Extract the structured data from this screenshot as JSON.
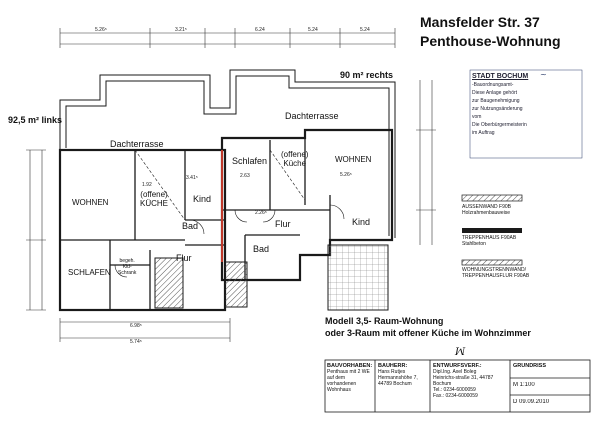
{
  "header": {
    "address": "Mansfelder Str. 37",
    "unit": "Penthouse-Wohnung"
  },
  "areas": {
    "right": "90 m² rechts",
    "left": "92,5 m² links"
  },
  "rooms": {
    "dachterrasse_left": "Dachterrasse",
    "dachterrasse_right": "Dachterrasse",
    "wohnen_left": "WOHNEN",
    "kueche_left": "(offene)\nKÜCHE",
    "kind_left": "Kind",
    "schlafen_left": "SCHLAFEN",
    "begeh_kleiderschrank": "begeh.\nKld-\nSchrank",
    "bad_left": "Bad",
    "flur_left": "Flur",
    "schlafen_right": "Schlafen",
    "kueche_right": "(offene)\nKüche",
    "wohnen_right": "WOHNEN",
    "kind_right": "Kind",
    "flur_right": "Flur",
    "bad_right": "Bad"
  },
  "dimensions": {
    "top_1": "5.26⁵",
    "top_2": "3.21⁵",
    "top_3": "6.24",
    "top_4": "5.24",
    "top_5": "5.24",
    "bottom_1": "6.98⁵",
    "bottom_2": "5.74⁵",
    "inner_1": "1.92",
    "inner_2": "3.41⁵",
    "inner_3": "2.63",
    "inner_4": "5.26⁵",
    "inner_5": "2.26⁵"
  },
  "stamp": {
    "authority": "STADT BOCHUM",
    "office": "-Bauordnungsamt-",
    "line1": "Diese Anlage gehört",
    "line2": "zur Baugenehmigung",
    "line3": "zur Nutzungsänderung",
    "line4": "vom",
    "line5": "Die Oberbürgermeisterin",
    "line6": "im Auftrag"
  },
  "legend": [
    {
      "title": "AUSSENWAND F90B",
      "sub": "Holzrahmenbauweise"
    },
    {
      "title": "TREPPENHAUS F90AB",
      "sub": "Stahlbeton"
    },
    {
      "title": "WOHNUNGSTRENNWAND/",
      "sub": "TREPPENHAUSFLUR F90AB"
    }
  ],
  "caption": {
    "line1": "Modell 3,5- Raum-Wohnung",
    "line2": "oder 3-Raum mit offener Küche im Wohnzimmer"
  },
  "title_block": {
    "bauvorhaben_label": "BAUVORHABEN:",
    "bauvorhaben_text": "Penthaus mit 2 WE auf dem vorhandenen Wohnhaus",
    "bauherr_label": "BAUHERR:",
    "bauherr_text": "Hans Rutjes Hermannshöhe 7, 44789 Bochum",
    "entwurf_label": "ENTWURFSVERF.:",
    "entwurf_text": "Dipl.Ing. Axel Boleg",
    "entwurf_addr": "Heinrichs-straße 31, 44787 Bochum",
    "entwurf_tel": "Tel.: 0234-6000059",
    "entwurf_fax": "Fax.: 0234-6000059",
    "grundriss_label": "GRUNDRISS",
    "scale": "M 1:100",
    "date": "D 09.09.2010"
  },
  "colors": {
    "line": "#1a1a1a",
    "dim": "#333333",
    "hatch": "#555555",
    "red_wall": "#c0392b",
    "stamp_ink": "#2c3e6b"
  }
}
